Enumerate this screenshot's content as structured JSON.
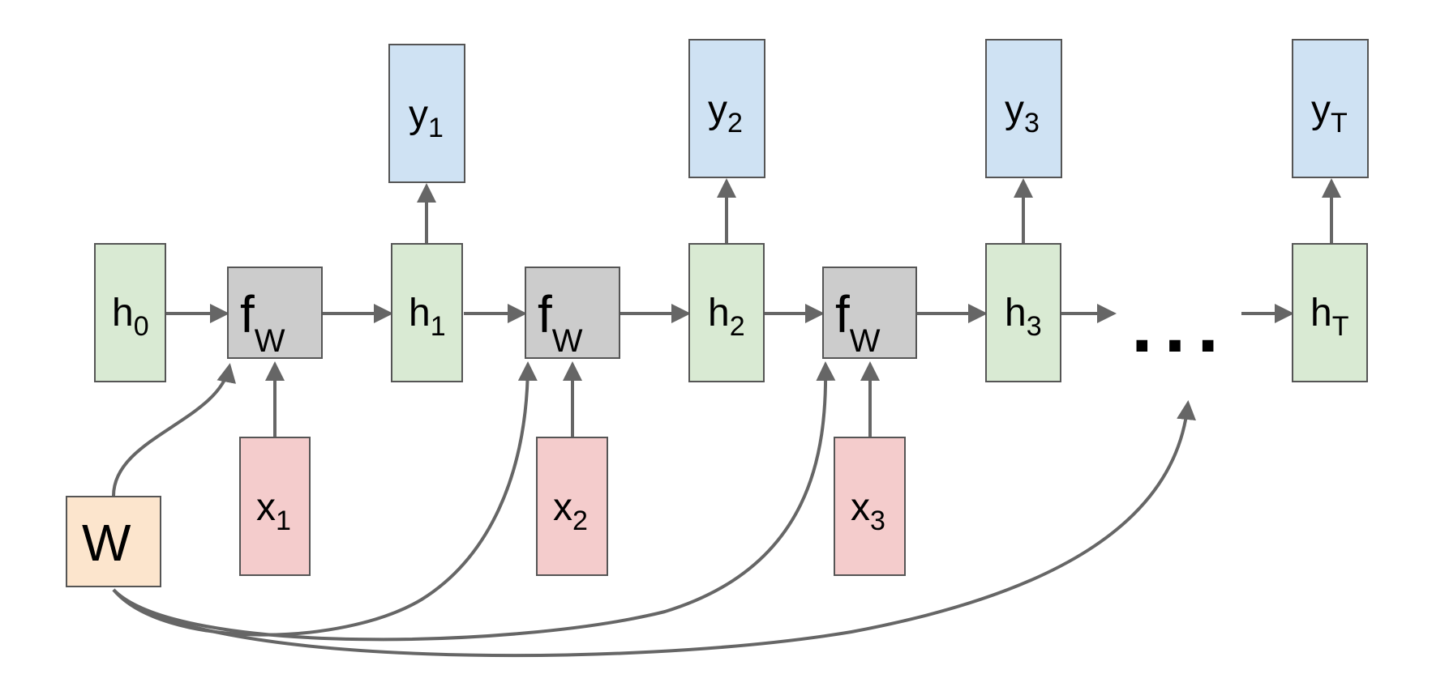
{
  "colors": {
    "hidden_fill": "#d9ead3",
    "function_fill": "#cccccc",
    "output_fill": "#cfe2f3",
    "input_fill": "#f4cccc",
    "weight_fill": "#fce5cd",
    "edge": "#666666"
  },
  "nodes": {
    "h0": {
      "base": "h",
      "sub": "0"
    },
    "f1": {
      "base": "f",
      "sub": "W"
    },
    "h1": {
      "base": "h",
      "sub": "1"
    },
    "f2": {
      "base": "f",
      "sub": "W"
    },
    "h2": {
      "base": "h",
      "sub": "2"
    },
    "f3": {
      "base": "f",
      "sub": "W"
    },
    "h3": {
      "base": "h",
      "sub": "3"
    },
    "hT": {
      "base": "h",
      "sub": "T"
    },
    "y1": {
      "base": "y",
      "sub": "1"
    },
    "y2": {
      "base": "y",
      "sub": "2"
    },
    "y3": {
      "base": "y",
      "sub": "3"
    },
    "yT": {
      "base": "y",
      "sub": "T"
    },
    "x1": {
      "base": "x",
      "sub": "1"
    },
    "x2": {
      "base": "x",
      "sub": "2"
    },
    "x3": {
      "base": "x",
      "sub": "3"
    },
    "W": {
      "base": "W"
    }
  },
  "ellipsis": "..."
}
